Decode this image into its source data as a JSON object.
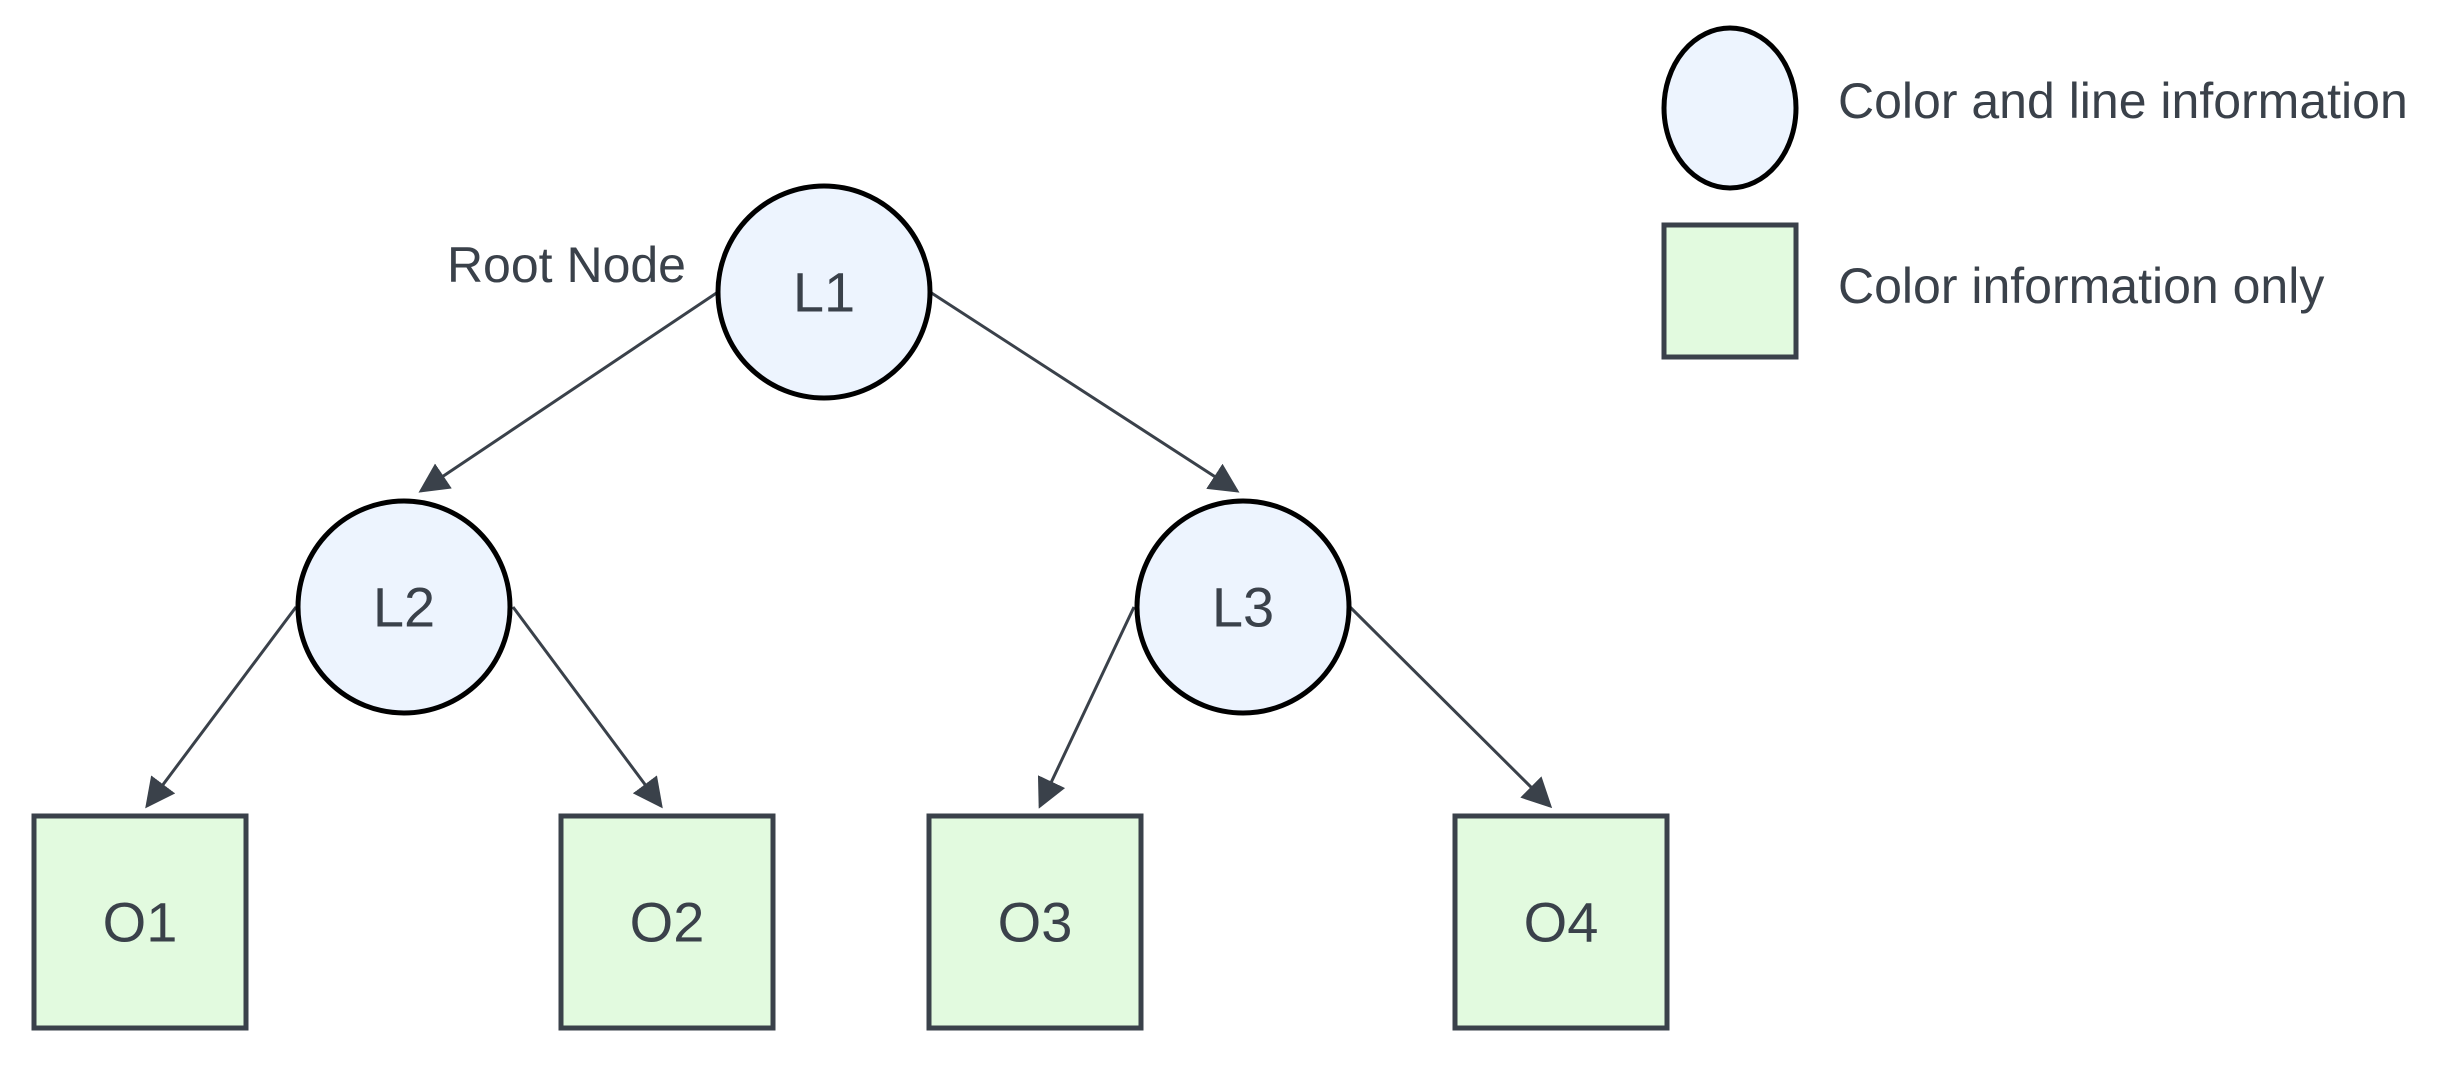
{
  "colors": {
    "circle_fill": "#edf4fe",
    "circle_stroke": "#000000",
    "square_fill": "#e2fadf",
    "square_stroke": "#3a414a",
    "edge": "#3a414a",
    "text": "#3a414a"
  },
  "annotations": {
    "root_label": "Root Node"
  },
  "nodes": {
    "L1": {
      "label": "L1",
      "shape": "circle"
    },
    "L2": {
      "label": "L2",
      "shape": "circle"
    },
    "L3": {
      "label": "L3",
      "shape": "circle"
    },
    "O1": {
      "label": "O1",
      "shape": "square"
    },
    "O2": {
      "label": "O2",
      "shape": "square"
    },
    "O3": {
      "label": "O3",
      "shape": "square"
    },
    "O4": {
      "label": "O4",
      "shape": "square"
    }
  },
  "edges": [
    {
      "from": "L1",
      "to": "L2"
    },
    {
      "from": "L1",
      "to": "L3"
    },
    {
      "from": "L2",
      "to": "O1"
    },
    {
      "from": "L2",
      "to": "O2"
    },
    {
      "from": "L3",
      "to": "O3"
    },
    {
      "from": "L3",
      "to": "O4"
    }
  ],
  "legend": {
    "circle_label": "Color and line information",
    "square_label": "Color information only"
  }
}
